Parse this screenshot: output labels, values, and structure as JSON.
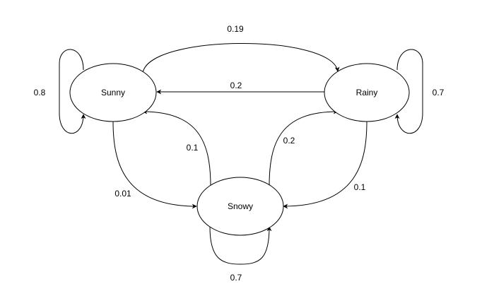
{
  "diagram": {
    "type": "state-transition",
    "nodes": [
      {
        "id": "sunny",
        "label": "Sunny"
      },
      {
        "id": "rainy",
        "label": "Rainy"
      },
      {
        "id": "snowy",
        "label": "Snowy"
      }
    ],
    "edges": [
      {
        "from": "sunny",
        "to": "sunny",
        "label": "0.8"
      },
      {
        "from": "sunny",
        "to": "rainy",
        "label": "0.19"
      },
      {
        "from": "rainy",
        "to": "sunny",
        "label": "0.2"
      },
      {
        "from": "rainy",
        "to": "rainy",
        "label": "0.7"
      },
      {
        "from": "sunny",
        "to": "snowy",
        "label": "0.01"
      },
      {
        "from": "snowy",
        "to": "sunny",
        "label": "0.1"
      },
      {
        "from": "snowy",
        "to": "rainy",
        "label": "0.2"
      },
      {
        "from": "rainy",
        "to": "snowy",
        "label": "0.1"
      },
      {
        "from": "snowy",
        "to": "snowy",
        "label": "0.7"
      }
    ],
    "colors": {
      "stroke": "#000000",
      "fill": "#ffffff",
      "text": "#000000"
    }
  }
}
